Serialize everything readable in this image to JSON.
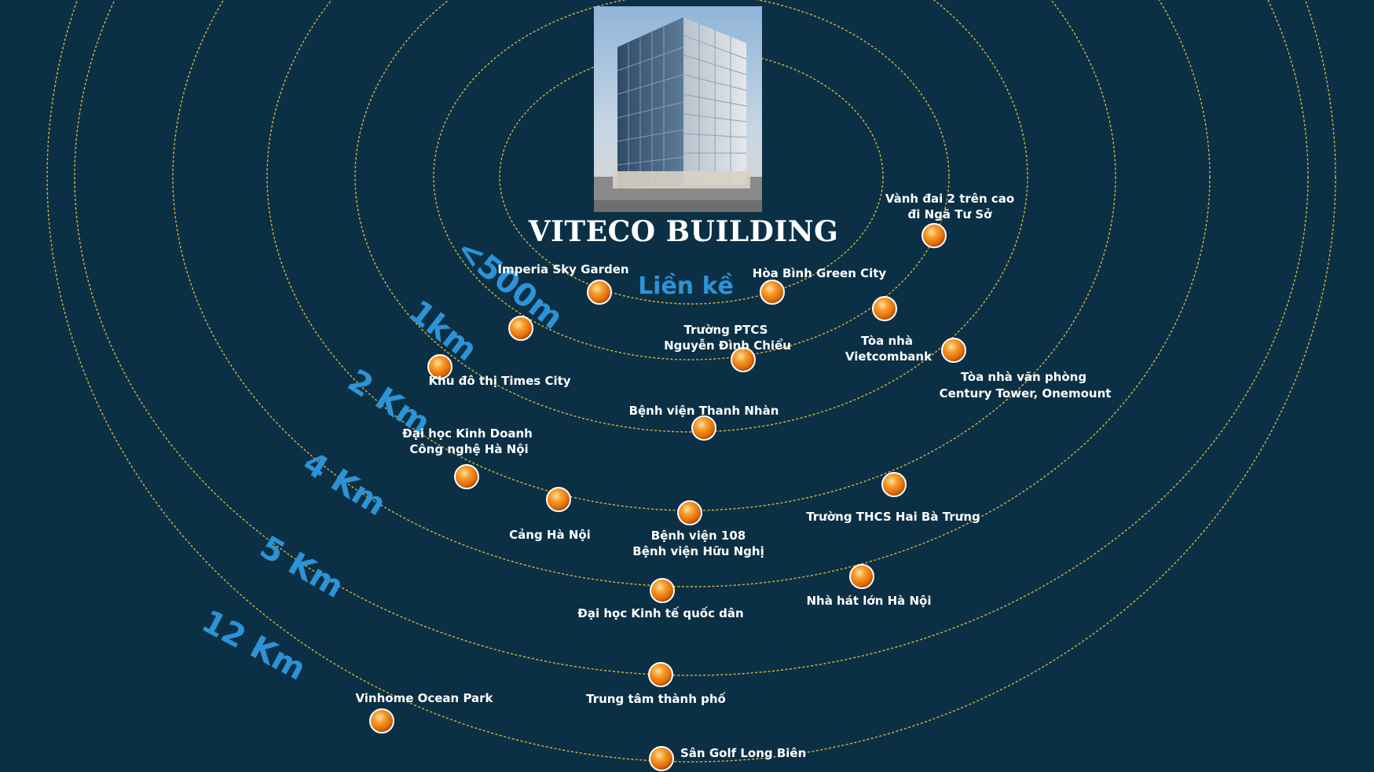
{
  "title": "VITECO BUILDING",
  "adjacent_label": "Liền kề",
  "colors": {
    "background": "#0b3045",
    "ring": "#d9b43a",
    "distance_label": "#2d93d6",
    "marker": "#f08a12"
  },
  "rings": [
    {
      "id": "r500",
      "label": "<500m"
    },
    {
      "id": "r1km",
      "label": "1km"
    },
    {
      "id": "r2km",
      "label": "2 Km"
    },
    {
      "id": "r4km",
      "label": "4 Km"
    },
    {
      "id": "r5km",
      "label": "5 Km"
    },
    {
      "id": "r12km",
      "label": "12 Km"
    }
  ],
  "locations": [
    {
      "ring": "Liền kề",
      "name": [
        "Imperia Sky Garden"
      ]
    },
    {
      "ring": "Liền kề",
      "name": [
        "Hòa Bình Green City"
      ]
    },
    {
      "ring": "<500m",
      "name": [
        "Vành đai 2 trên cao",
        "đi Ngã Tư Sở"
      ]
    },
    {
      "ring": "<500m",
      "name": [
        "Trường PTCS",
        "Nguyễn Đình Chiểu"
      ]
    },
    {
      "ring": "<500m",
      "name": [
        "Tòa nhà",
        "Vietcombank"
      ]
    },
    {
      "ring": "<500m",
      "name": [
        ""
      ]
    },
    {
      "ring": "1km",
      "name": [
        "Khu đô thị Times City"
      ]
    },
    {
      "ring": "1km",
      "name": [
        "Bệnh viện Thanh Nhàn"
      ]
    },
    {
      "ring": "1km",
      "name": [
        "Tòa nhà văn phòng",
        "Century Tower, Onemount"
      ]
    },
    {
      "ring": "2 Km",
      "name": [
        "Đại học Kinh Doanh",
        "Công nghệ Hà Nội"
      ]
    },
    {
      "ring": "2 Km",
      "name": [
        "Cảng Hà Nội"
      ]
    },
    {
      "ring": "2 Km",
      "name": [
        "Bệnh viện 108",
        "Bệnh viện Hữu Nghị"
      ]
    },
    {
      "ring": "2 Km",
      "name": [
        "Trường THCS Hai Bà Trưng"
      ]
    },
    {
      "ring": "4 Km",
      "name": [
        "Đại học Kinh tế quốc dân"
      ]
    },
    {
      "ring": "4 Km",
      "name": [
        "Nhà hát lớn Hà Nội"
      ]
    },
    {
      "ring": "5 Km",
      "name": [
        "Trung tâm thành phố"
      ]
    },
    {
      "ring": "12 Km",
      "name": [
        "Vinhome Ocean Park"
      ]
    },
    {
      "ring": "12 Km",
      "name": [
        "Sân Golf Long Biên"
      ]
    }
  ]
}
